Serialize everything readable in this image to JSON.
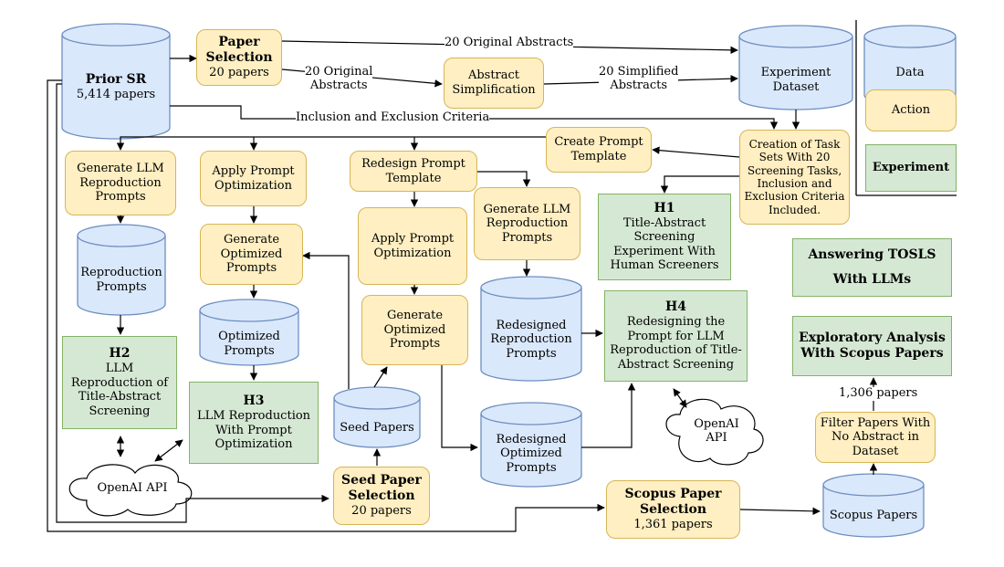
{
  "nodes": {
    "prior_sr": {
      "title": "Prior SR",
      "sub": "5,414 papers"
    },
    "paper_selection": {
      "title": "Paper Selection",
      "sub": "20 papers"
    },
    "abstract_simplification": "Abstract Simplification",
    "experiment_dataset": "Experiment Dataset",
    "create_prompt_template": "Create Prompt Template",
    "creation_task_sets": "Creation of Task Sets With 20 Screening Tasks, Inclusion and Exclusion Criteria Included.",
    "gen_llm_repro_1": "Generate LLM Reproduction Prompts",
    "apply_prompt_opt_1": "Apply Prompt Optimization",
    "redesign_prompt_template": "Redesign Prompt Template",
    "gen_llm_repro_2": "Generate LLM Reproduction Prompts",
    "apply_prompt_opt_2": "Apply Prompt Optimization",
    "gen_optimized_1": "Generate Optimized Prompts",
    "gen_optimized_2": "Generate Optimized Prompts",
    "reproduction_prompts": "Reproduction Prompts",
    "optimized_prompts": "Optimized Prompts",
    "redesigned_repro": "Redesigned Reproduction Prompts",
    "redesigned_opt": "Redesigned Optimized Prompts",
    "seed_papers": "Seed Papers",
    "seed_paper_selection": {
      "title": "Seed Paper Selection",
      "sub": "20 papers"
    },
    "scopus_paper_selection": {
      "title": "Scopus Paper Selection",
      "sub": "1,361 papers"
    },
    "scopus_papers": "Scopus Papers",
    "filter_papers": "Filter Papers With No Abstract in Dataset",
    "h1": {
      "title": "H1",
      "sub": "Title-Abstract Screening Experiment With Human Screeners"
    },
    "h2": {
      "title": "H2",
      "sub": "LLM Reproduction of Title-Abstract Screening"
    },
    "h3": {
      "title": "H3",
      "sub": "LLM Reproduction With Prompt Optimization"
    },
    "h4": {
      "title": "H4",
      "sub": "Redesigning the Prompt for LLM Reproduction of Title-Abstract Screening"
    },
    "answering_tosls": {
      "line1": "Answering TOSLS",
      "line2": "With LLMs"
    },
    "exploratory_analysis": "Exploratory Analysis With Scopus Papers",
    "openai_api_1": "OpenAI API",
    "openai_api_2": {
      "line1": "OpenAI",
      "line2": "API"
    }
  },
  "edge_labels": {
    "original_20_top": "20 Original Abstracts",
    "original_20": {
      "line1": "20 Original",
      "line2": "Abstracts"
    },
    "simplified_20": {
      "line1": "20 Simplified",
      "line2": "Abstracts"
    },
    "criteria": "Inclusion and Exclusion Criteria",
    "scopus_count": "1,306 papers"
  },
  "legend": {
    "data": "Data",
    "action": "Action",
    "experiment": "Experiment"
  },
  "colors": {
    "data_fill": "#dae8fc",
    "data_stroke": "#6c8ebf",
    "action_fill": "#ffefc2",
    "action_stroke": "#d6b656",
    "experiment_fill": "#d5e8d4",
    "experiment_stroke": "#82b366"
  }
}
